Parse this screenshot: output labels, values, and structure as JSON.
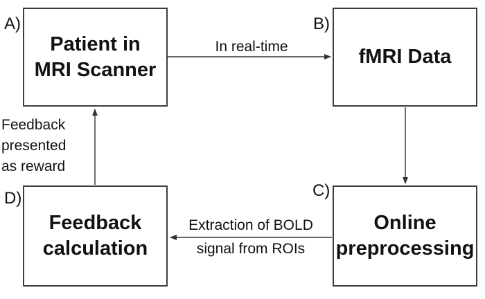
{
  "figure": {
    "boxes": {
      "a": {
        "tag": "A)",
        "lines": [
          "Patient in",
          "MRI Scanner"
        ]
      },
      "b": {
        "tag": "B)",
        "lines": [
          "fMRI Data"
        ]
      },
      "c": {
        "tag": "C)",
        "lines": [
          "Online",
          "preprocessing"
        ]
      },
      "d": {
        "tag": "D)",
        "lines": [
          "Feedback",
          "calculation"
        ]
      }
    },
    "arrows": {
      "a_to_b": {
        "label": "In real-time"
      },
      "c_to_d": {
        "label_lines": [
          "Extraction of BOLD",
          "signal from ROIs"
        ]
      },
      "d_to_a": {
        "label_lines": [
          "Feedback",
          "presented",
          "as reward"
        ]
      }
    },
    "colors": {
      "background": "#ffffff",
      "box_border": "#3d3d3d",
      "box_fill": "#ffffff",
      "text": "#111111",
      "arrow": "#333333"
    }
  }
}
